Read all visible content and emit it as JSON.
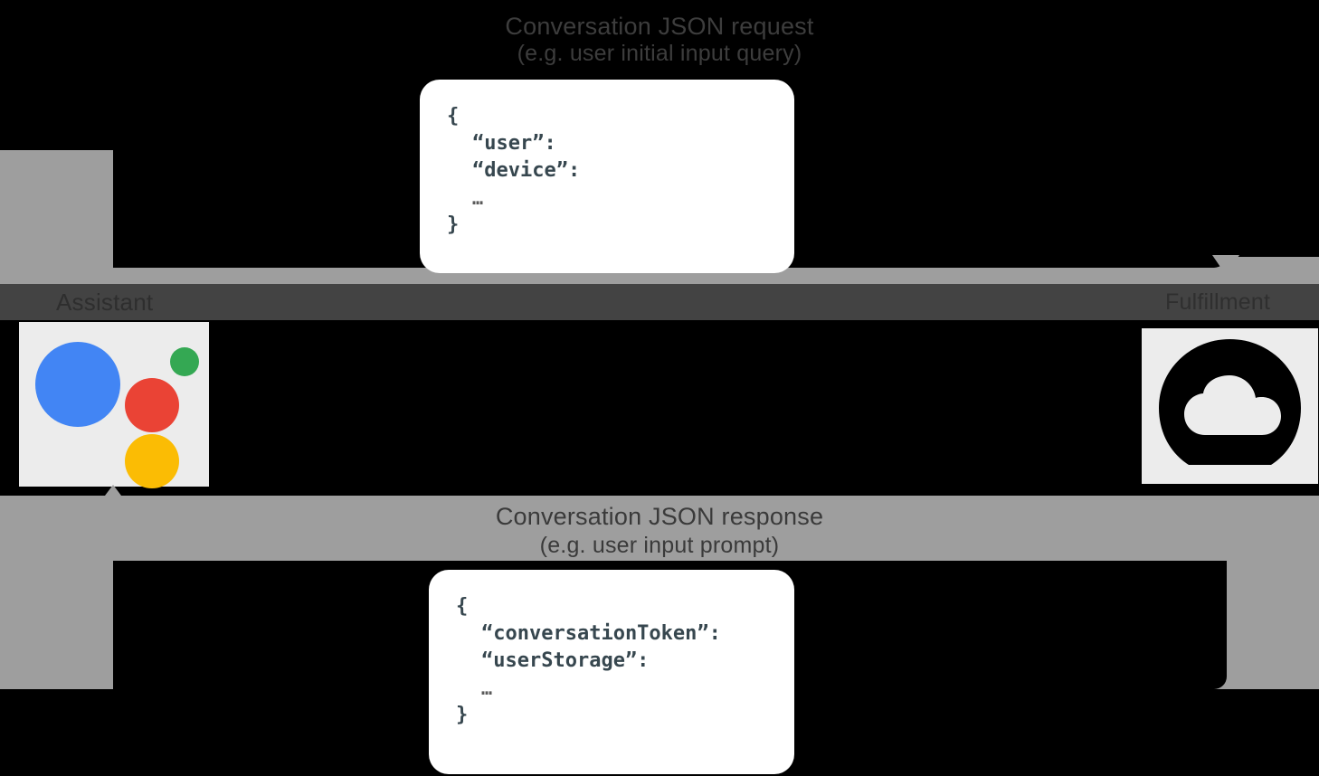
{
  "diagram": {
    "request": {
      "title": "Conversation JSON request",
      "subtitle": "(e.g. user initial input query)"
    },
    "response": {
      "title": "Conversation JSON response",
      "subtitle": "(e.g. user input prompt)"
    },
    "left_node": {
      "label": "Assistant",
      "icon": "google-assistant-icon"
    },
    "right_node": {
      "label": "Fulfillment",
      "icon": "cloud-icon"
    },
    "json_request": {
      "open_brace": "{",
      "key_user": "“user”:",
      "key_device": "“device”:",
      "ellipsis": "…",
      "close_brace": "}"
    },
    "json_response": {
      "open_brace": "{",
      "key_conversation_token": "“conversationToken”:",
      "key_user_storage": "“userStorage”:",
      "ellipsis": "…",
      "close_brace": "}"
    },
    "colors": {
      "background": "#000000",
      "band": "#9e9e9e",
      "divider": "#434343",
      "tile": "#ececec",
      "card": "#ffffff",
      "assistant_blue": "#4285f4",
      "assistant_red": "#ea4335",
      "assistant_yellow": "#fbbc04",
      "assistant_green": "#34a853"
    }
  }
}
